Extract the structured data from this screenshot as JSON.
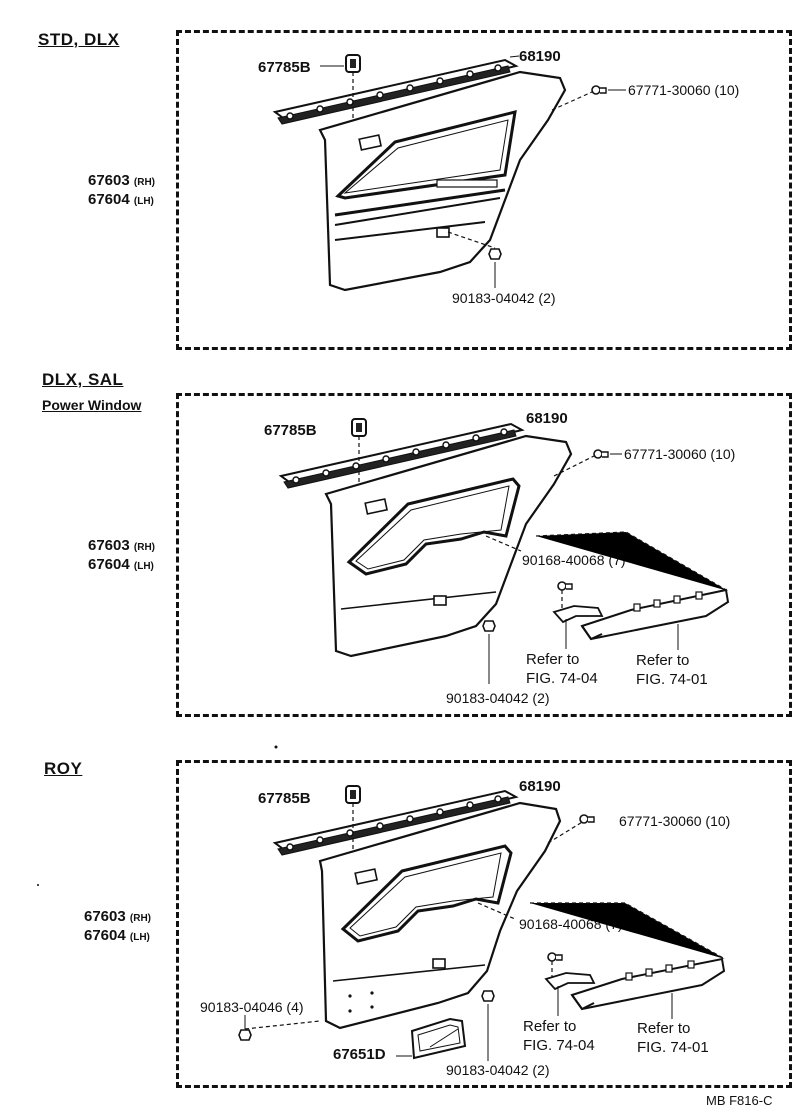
{
  "sections": [
    {
      "title": "STD, DLX",
      "subtitle": "",
      "labels": {
        "molding_clip": "67785B",
        "weatherstrip": "68190",
        "clip": "67771-30060 (10)",
        "board_rh": "67603",
        "board_lh": "67604",
        "rh": "(RH)",
        "lh": "(LH)",
        "nut": "90183-04042 (2)"
      }
    },
    {
      "title": "DLX, SAL",
      "subtitle": "Power Window",
      "labels": {
        "molding_clip": "67785B",
        "weatherstrip": "68190",
        "clip": "67771-30060 (10)",
        "board_rh": "67603",
        "board_lh": "67604",
        "rh": "(RH)",
        "lh": "(LH)",
        "screw": "90168-40068 (7)",
        "nut": "90183-04042 (2)",
        "refer_a_line1": "Refer to",
        "refer_a_line2": "FIG. 74-04",
        "refer_b_line1": "Refer to",
        "refer_b_line2": "FIG. 74-01"
      }
    },
    {
      "title": "ROY",
      "subtitle": "",
      "labels": {
        "molding_clip": "67785B",
        "weatherstrip": "68190",
        "clip": "67771-30060 (10)",
        "board_rh": "67603",
        "board_lh": "67604",
        "rh": "(RH)",
        "lh": "(LH)",
        "screw": "90168-40068 (7)",
        "nut_left": "90183-04046 (4)",
        "reflector": "67651D",
        "nut": "90183-04042 (2)",
        "refer_a_line1": "Refer to",
        "refer_a_line2": "FIG. 74-04",
        "refer_b_line1": "Refer to",
        "refer_b_line2": "FIG. 74-01"
      }
    }
  ],
  "footer": "MB   F816-C"
}
